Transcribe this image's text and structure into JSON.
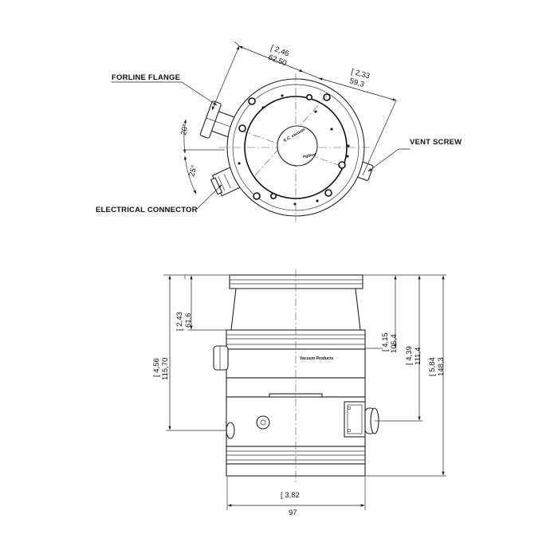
{
  "labels": {
    "forline_flange": "FORLINE FLANGE",
    "vent_screw": "VENT SCREW",
    "electrical_connector": "ELECTRICAL CONNECTOR"
  },
  "top_view": {
    "dim_left_in": "[ 2,46",
    "dim_left_mm": "62,50",
    "dim_right_in": "[ 2,33",
    "dim_right_mm": "59,3",
    "angle_upper": "20°",
    "angle_lower": "25°",
    "center_text_1": "E.C. vacuum",
    "center_text_2": "Agilent"
  },
  "side_view": {
    "body_text": "Vacuum Products",
    "dim_a_in": "[ 2,43",
    "dim_a_mm": "61,6",
    "dim_b_in": "[ 4,56",
    "dim_b_mm": "115,70",
    "dim_c_in": "[ 4,15",
    "dim_c_mm": "105,4",
    "dim_d_in": "[ 4,39",
    "dim_d_mm": "111,4",
    "dim_e_in": "[ 5,84",
    "dim_e_mm": "148,3",
    "width_in": "[ 3,82",
    "width_mm": "97"
  }
}
